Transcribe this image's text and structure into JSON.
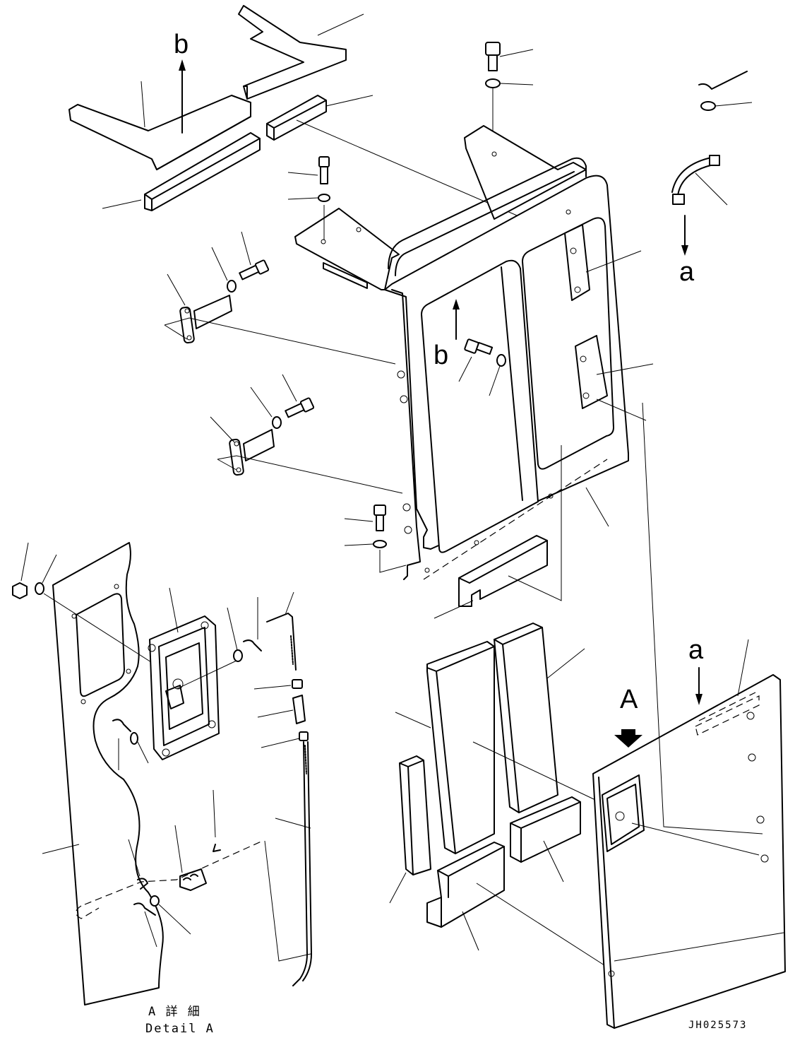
{
  "labels": {
    "b_top": "b",
    "b_mid": "b",
    "a_right": "a",
    "a_cover": "a",
    "view_A": "A"
  },
  "caption": {
    "detail_jp": "A 詳 細",
    "detail_en": "Detail A"
  },
  "drawing_number": "JH025573"
}
